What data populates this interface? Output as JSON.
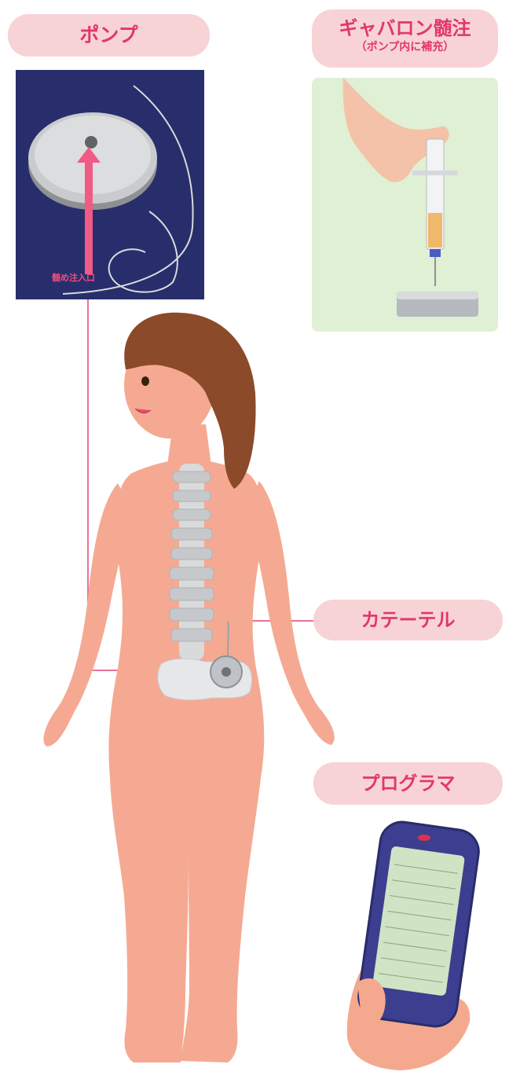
{
  "labels": {
    "pump": "ポンプ",
    "injection_title": "ギャバロン髄注",
    "injection_sub": "（ポンプ内に補充）",
    "catheter": "カテーテル",
    "programmer": "プログラマ"
  },
  "photo": {
    "port_label": "髄め注入口"
  },
  "colors": {
    "pill_bg": "#f7d3d6",
    "pill_text": "#e1376c",
    "connector": "#e8739a",
    "skin": "#f5a992",
    "hair": "#8b4a2a",
    "panel_bg": "#dff0d4"
  }
}
